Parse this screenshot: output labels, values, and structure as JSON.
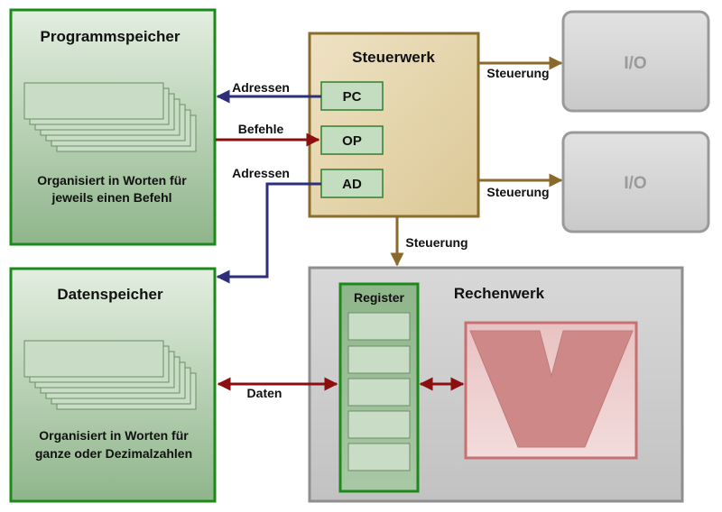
{
  "programmspeicher": {
    "title": "Programmspeicher",
    "desc_line1": "Organisiert in Worten für",
    "desc_line2": "jeweils einen Befehl"
  },
  "datenspeicher": {
    "title": "Datenspeicher",
    "desc_line1": "Organisiert in Worten für",
    "desc_line2": "ganze oder Dezimalzahlen"
  },
  "steuerwerk": {
    "title": "Steuerwerk",
    "registers": [
      "PC",
      "OP",
      "AD"
    ]
  },
  "rechenwerk": {
    "title": "Rechenwerk",
    "register_title": "Register"
  },
  "io": {
    "label_1": "I/O",
    "label_2": "I/O"
  },
  "connections": {
    "adressen_pc": "Adressen",
    "befehle": "Befehle",
    "adressen_ad": "Adressen",
    "steuerung_io1": "Steuerung",
    "steuerung_io2": "Steuerung",
    "steuerung_rechenwerk": "Steuerung",
    "daten": "Daten"
  },
  "colors": {
    "memory_border": "#1b8a1b",
    "control_border": "#8a6d2b",
    "alu_red": "#c87070",
    "arrow_blue": "#2e2f7a",
    "arrow_red": "#8b0f0f",
    "arrow_brown": "#8a6a2a",
    "gray_box": "#c9c9c9"
  }
}
